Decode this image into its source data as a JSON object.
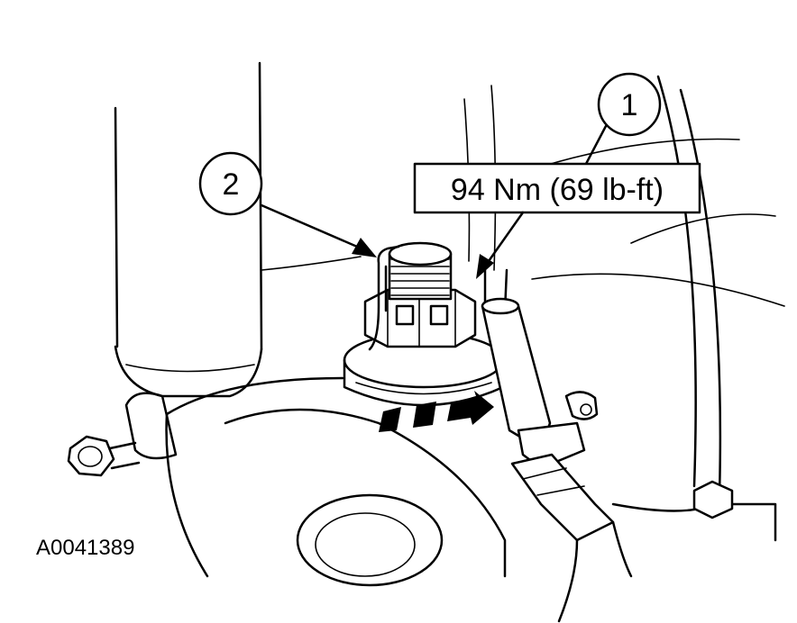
{
  "callouts": [
    {
      "number": "1"
    },
    {
      "number": "2"
    }
  ],
  "torque_spec": "94 Nm (69 lb-ft)",
  "figure_id": "A0041389",
  "colors": {
    "line": "#000000",
    "background": "#ffffff"
  }
}
